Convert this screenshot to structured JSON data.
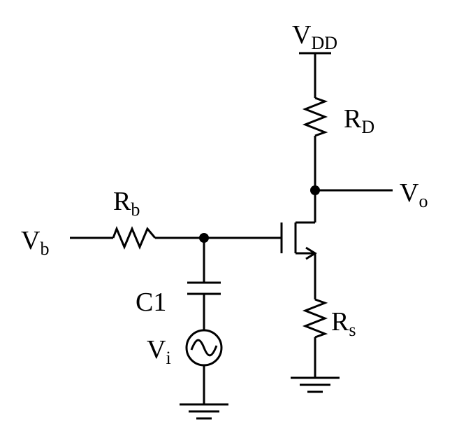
{
  "colors": {
    "ink": "#000000",
    "background": "#ffffff"
  },
  "labels": {
    "vdd": {
      "main": "V",
      "sub": "DD"
    },
    "rd": {
      "main": "R",
      "sub": "D"
    },
    "vo": {
      "main": "V",
      "sub": "o"
    },
    "rb": {
      "main": "R",
      "sub": "b"
    },
    "vb": {
      "main": "V",
      "sub": "b"
    },
    "c1": {
      "main": "C1"
    },
    "vi": {
      "main": "V",
      "sub": "i"
    },
    "rs": {
      "main": "R",
      "sub": "s"
    }
  },
  "icons": {
    "source": "ac-source-icon",
    "ground": "ground-icon",
    "transistor": "mosfet-icon"
  }
}
